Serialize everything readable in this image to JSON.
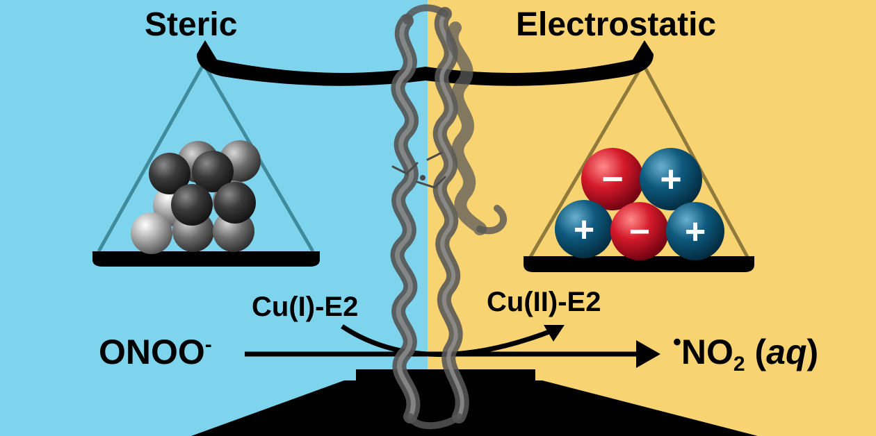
{
  "labels": {
    "steric": "Steric",
    "electrostatic": "Electrostatic",
    "cu1": "Cu(I)-E2",
    "cu2": "Cu(II)-E2",
    "onoo_base": "ONOO",
    "onoo_charge": "-",
    "no2_radical_dot": "•",
    "no2_base": "NO",
    "no2_subscript": "2",
    "no2_phase_open": " (",
    "no2_phase": "aq",
    "no2_phase_close": ")"
  },
  "ions": {
    "top_row": [
      {
        "sign": "−",
        "color": "#c8102e"
      },
      {
        "sign": "+",
        "color": "#0e5a7e"
      }
    ],
    "bottom_row": [
      {
        "sign": "+",
        "color": "#0e5a7e"
      },
      {
        "sign": "−",
        "color": "#c8102e"
      },
      {
        "sign": "+",
        "color": "#0e5a7e"
      }
    ]
  },
  "colors": {
    "left_background": "#7fd4ed",
    "right_background": "#f7d372",
    "balance": "#000000",
    "protein_helix": "#5a5a5a"
  }
}
